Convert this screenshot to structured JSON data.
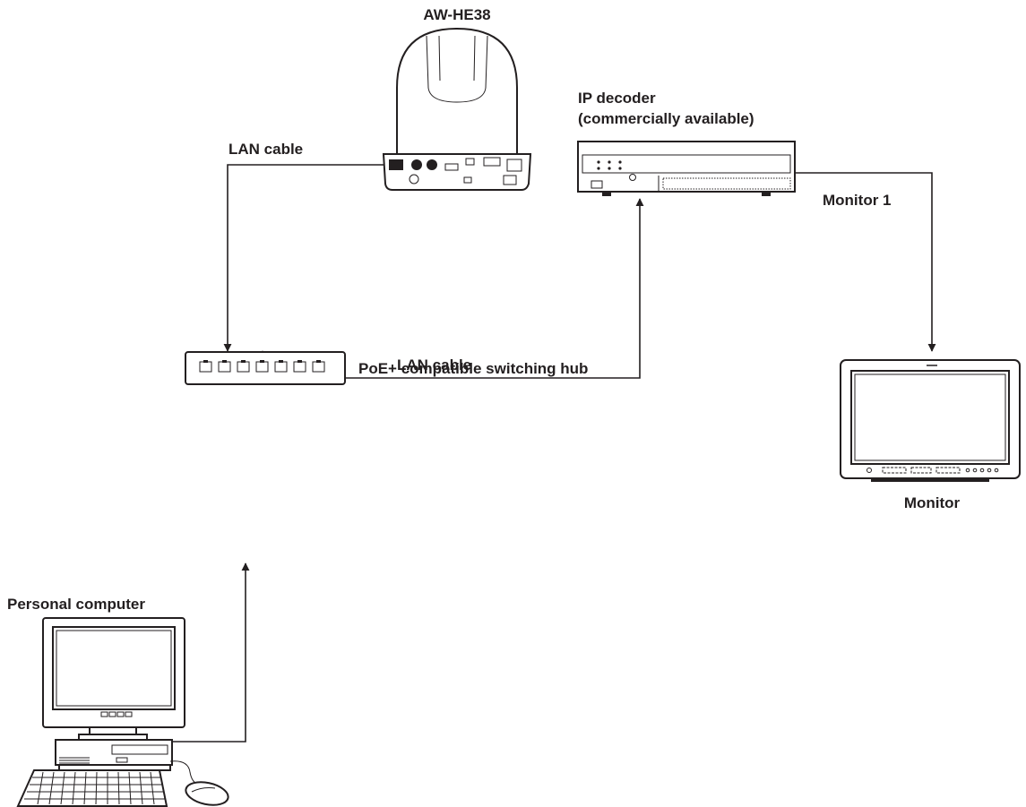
{
  "diagram": {
    "labels": {
      "camera": "AW-HE38",
      "lan_cable_camera": "LAN cable",
      "decoder_line1": "IP decoder",
      "decoder_line2": "(commercially available)",
      "monitor_1": "Monitor 1",
      "monitor": "Monitor",
      "lan_cable_decoder": "LAN cable",
      "hub": "PoE+ compatible switching hub",
      "computer": "Personal computer"
    },
    "nodes": [
      {
        "id": "camera",
        "label": "AW-HE38",
        "icon": "ptz-camera-icon"
      },
      {
        "id": "decoder",
        "label": "IP decoder (commercially available)",
        "icon": "ip-decoder-icon"
      },
      {
        "id": "monitor",
        "label": "Monitor",
        "icon": "monitor-icon"
      },
      {
        "id": "hub",
        "label": "PoE+ compatible switching hub",
        "icon": "switching-hub-icon"
      },
      {
        "id": "computer",
        "label": "Personal computer",
        "icon": "personal-computer-icon"
      }
    ],
    "connections": [
      {
        "from": "camera",
        "to": "hub",
        "label": "LAN cable"
      },
      {
        "from": "hub",
        "to": "decoder",
        "label": "LAN cable"
      },
      {
        "from": "decoder",
        "to": "monitor",
        "label": "Monitor 1"
      },
      {
        "from": "computer",
        "to": "hub",
        "label": ""
      }
    ],
    "colors": {
      "line": "#231f20",
      "background": "#ffffff",
      "device_fill": "#ffffff",
      "screen_fill": "#ffffff"
    }
  }
}
